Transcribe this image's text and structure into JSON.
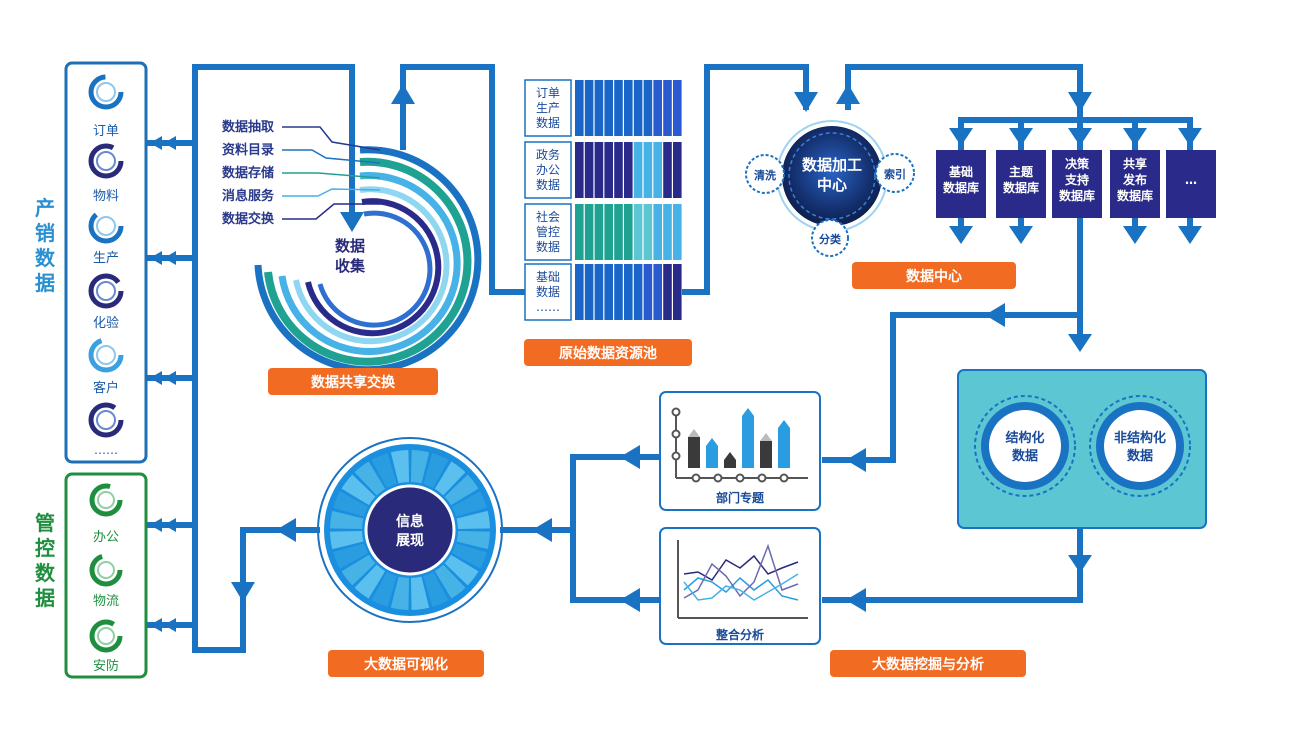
{
  "colors": {
    "flow": "#1a72c2",
    "navy": "#2a2a7a",
    "mid_blue": "#1a66c8",
    "light_blue": "#46b2e6",
    "teal": "#27a89b",
    "green": "#1f8f3f",
    "orange": "#f26b22",
    "cyan_panel": "#5cc6d3"
  },
  "left_panels": {
    "production": {
      "title_chars": [
        "产",
        "销",
        "数",
        "据"
      ],
      "items": [
        "订单",
        "物料",
        "生产",
        "化验",
        "客户",
        "……"
      ]
    },
    "control": {
      "title_chars": [
        "管",
        "控",
        "数",
        "据"
      ],
      "items": [
        "办公",
        "物流",
        "安防"
      ]
    }
  },
  "exchange": {
    "center_text": [
      "数据",
      "收集"
    ],
    "labels": [
      "数据抽取",
      "资料目录",
      "数据存储",
      "消息服务",
      "数据交换"
    ],
    "caption": "数据共享交换"
  },
  "raw_pool": {
    "rows": [
      {
        "label": [
          "订单",
          "生产",
          "数据"
        ],
        "color": "#1a66c8"
      },
      {
        "label": [
          "政务",
          "办公",
          "数据"
        ],
        "color": "#2a2a8a"
      },
      {
        "label": [
          "社会",
          "管控",
          "数据"
        ],
        "color": "#1fa291"
      },
      {
        "label": [
          "基础",
          "数据",
          "……"
        ],
        "color": "#1a66c8"
      }
    ],
    "caption": "原始数据资源池"
  },
  "processing": {
    "center_text": [
      "数据加工",
      "中心"
    ],
    "satellites": [
      "清洗",
      "索引",
      "分类"
    ]
  },
  "data_center": {
    "blocks": [
      [
        "基础",
        "数据库"
      ],
      [
        "主题",
        "数据库"
      ],
      [
        "决策",
        "支持",
        "数据库"
      ],
      [
        "共享",
        "发布",
        "数据库"
      ],
      [
        "…"
      ]
    ],
    "caption": "数据中心"
  },
  "storage": {
    "structured": [
      "结构化",
      "数据"
    ],
    "unstructured": [
      "非结构化",
      "数据"
    ]
  },
  "analysis": {
    "bar_card_title": "部门专题",
    "line_card_title": "整合分析",
    "caption": "大数据挖掘与分析"
  },
  "visualization": {
    "center_text": [
      "信息",
      "展现"
    ],
    "caption": "大数据可视化"
  }
}
